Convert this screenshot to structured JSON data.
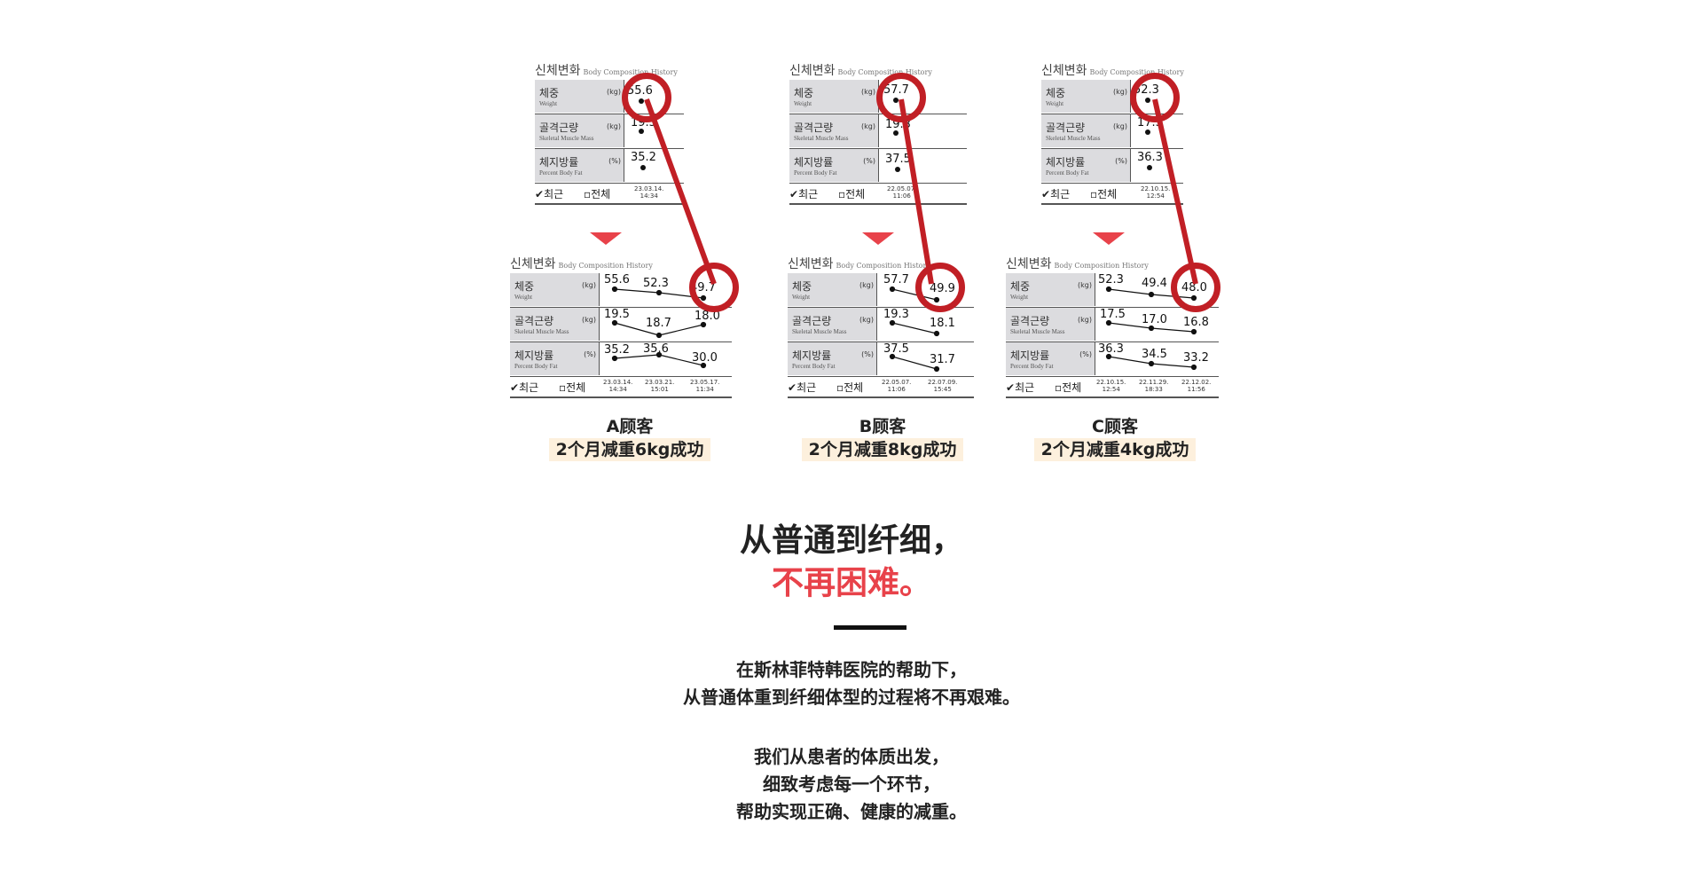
{
  "card": {
    "title_ko": "신체변화",
    "title_en": "Body Composition History",
    "rows": [
      {
        "ko": "체중",
        "en": "Weight",
        "unit": "(kg)"
      },
      {
        "ko": "골격근량",
        "en": "Skeletal Muscle Mass",
        "unit": "(kg)"
      },
      {
        "ko": "체지방률",
        "en": "Percent Body Fat",
        "unit": "(%)"
      }
    ],
    "recent": "최근",
    "all": "전체"
  },
  "cases": [
    {
      "name": "A顾客",
      "result": "2个月减重6kg成功",
      "before": {
        "weight": "55.6",
        "muscle": "19.5",
        "fat": "35.2",
        "date": "23.03.14.",
        "time": "14:34"
      },
      "after": {
        "weight": [
          "55.6",
          "52.3",
          "49.7"
        ],
        "muscle": [
          "19.5",
          "18.7",
          "18.0"
        ],
        "fat": [
          "35.2",
          "35.6",
          "30.0"
        ],
        "dates": [
          "23.03.14.",
          "23.03.21.",
          "23.05.17."
        ],
        "times": [
          "14:34",
          "15:01",
          "11:34"
        ]
      }
    },
    {
      "name": "B顾客",
      "result": "2个月减重8kg成功",
      "before": {
        "weight": "57.7",
        "muscle": "19.3",
        "fat": "37.5",
        "date": "22.05.07.",
        "time": "11:06"
      },
      "after": {
        "weight": [
          "57.7",
          "49.9"
        ],
        "muscle": [
          "19.3",
          "18.1"
        ],
        "fat": [
          "37.5",
          "31.7"
        ],
        "dates": [
          "22.05.07.",
          "22.07.09."
        ],
        "times": [
          "11:06",
          "15:45"
        ]
      }
    },
    {
      "name": "C顾客",
      "result": "2个月减重4kg成功",
      "before": {
        "weight": "52.3",
        "muscle": "17.5",
        "fat": "36.3",
        "date": "22.10.15.",
        "time": "12:54"
      },
      "after": {
        "weight": [
          "52.3",
          "49.4",
          "48.0"
        ],
        "muscle": [
          "17.5",
          "17.0",
          "16.8"
        ],
        "fat": [
          "36.3",
          "34.5",
          "33.2"
        ],
        "dates": [
          "22.10.15.",
          "22.11.29.",
          "22.12.02."
        ],
        "times": [
          "12:54",
          "18:33",
          "11:56"
        ]
      }
    }
  ],
  "headline": {
    "line1": "从普通到纤细，",
    "line2": "不再困难。"
  },
  "paragraph1": {
    "line1": "在斯林菲特韩医院的帮助下，",
    "line2": "从普通体重到纤细体型的过程将不再艰难。"
  },
  "paragraph2": {
    "line1": "我们从患者的体质出发，",
    "line2": "细致考虑每一个环节，",
    "line3": "帮助实现正确、健康的减重。"
  },
  "colors": {
    "accent": "#e8424a",
    "highlight_ring": "#c11f25",
    "result_bg": "#fdf0dd"
  }
}
